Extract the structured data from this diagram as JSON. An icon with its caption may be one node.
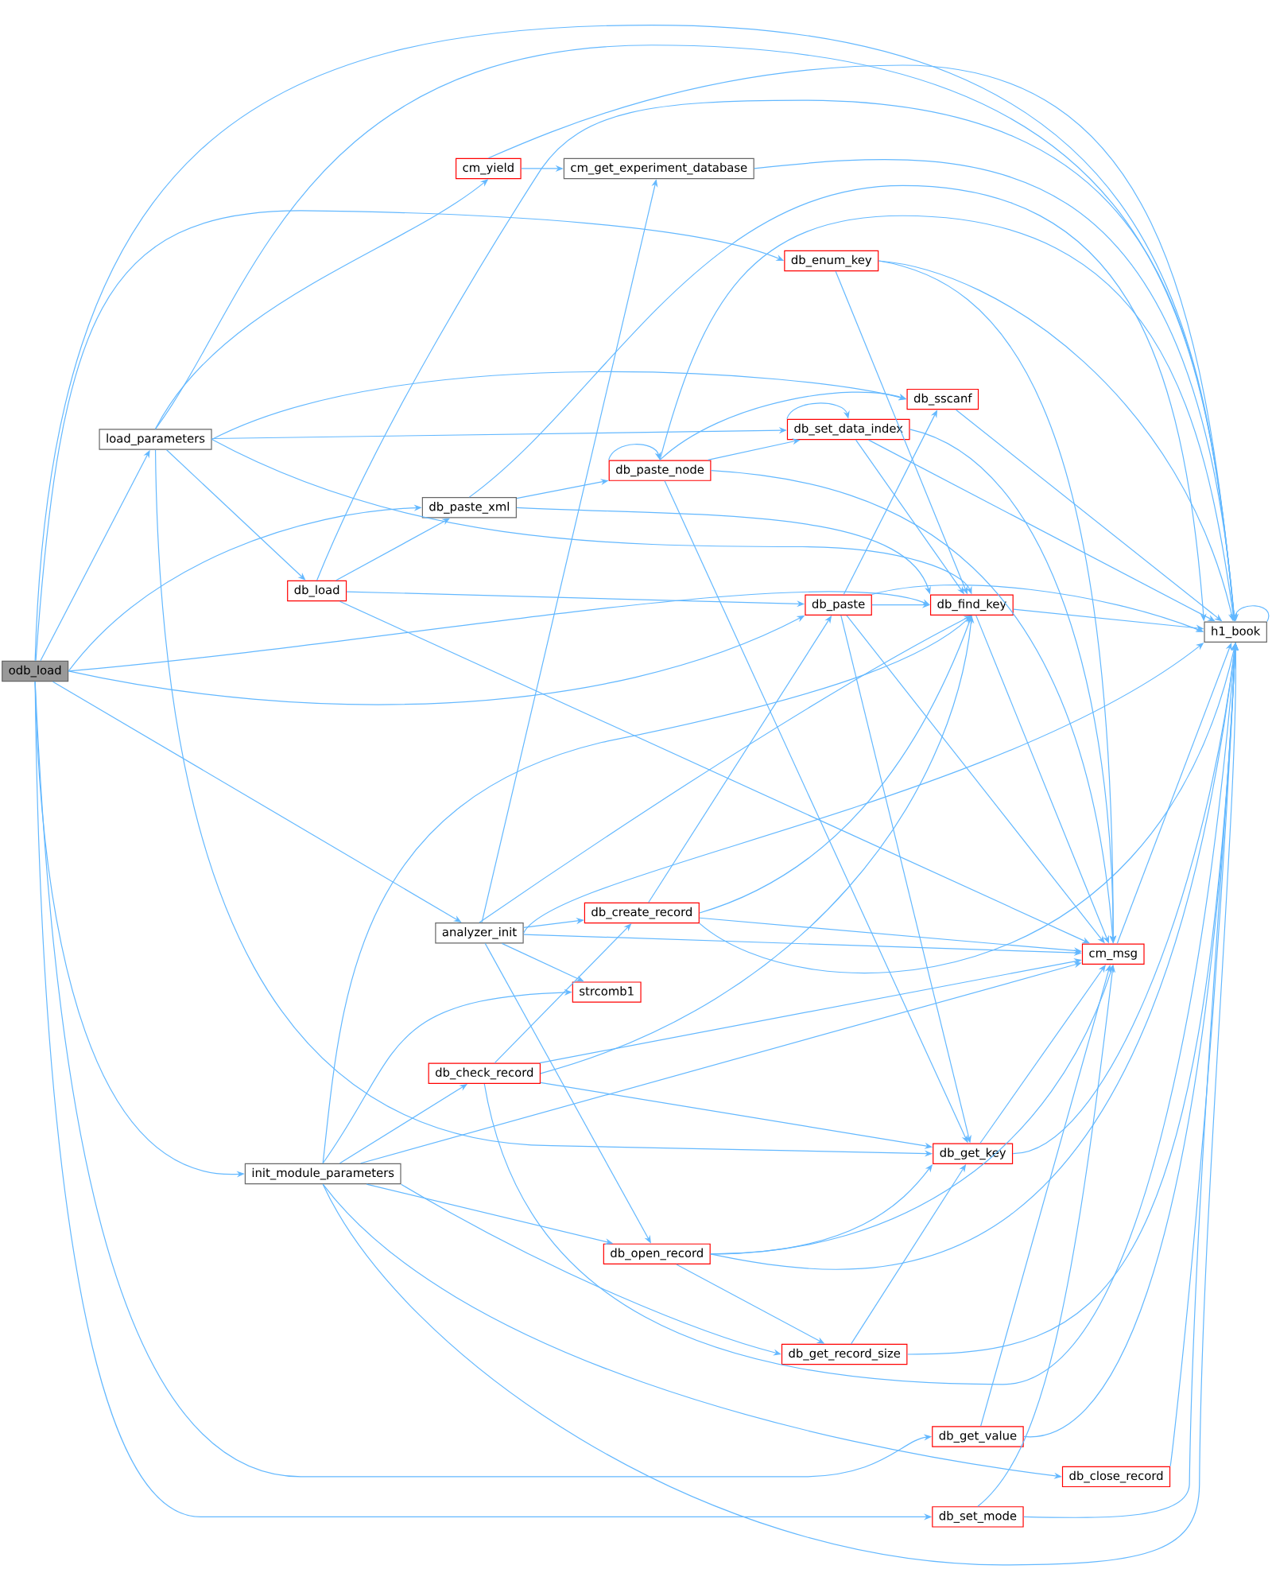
{
  "diagram": {
    "nodes": [
      {
        "text": [
          "odb_load"
        ]
      },
      {
        "text": [
          "load_parameters"
        ]
      },
      {
        "text": [
          "cm_yield"
        ]
      },
      {
        "text": [
          "cm_get_experiment_database"
        ]
      },
      {
        "text": [
          "db_enum_key"
        ]
      },
      {
        "text": [
          "db_sscanf"
        ]
      },
      {
        "text": [
          "db_set_data_index"
        ]
      },
      {
        "text": [
          "db_paste_node"
        ]
      },
      {
        "text": [
          "db_paste_xml"
        ]
      },
      {
        "text": [
          "db_load"
        ]
      },
      {
        "text": [
          "db_paste"
        ]
      },
      {
        "text": [
          "db_find_key"
        ]
      },
      {
        "text": [
          "h1_book"
        ]
      },
      {
        "text": [
          "analyzer_init"
        ]
      },
      {
        "text": [
          "db_create_record"
        ]
      },
      {
        "text": [
          "cm_msg"
        ]
      },
      {
        "text": [
          "strcomb1"
        ]
      },
      {
        "text": [
          "db_check_record"
        ]
      },
      {
        "text": [
          "init_module_parameters"
        ]
      },
      {
        "text": [
          "db_get_key"
        ]
      },
      {
        "text": [
          "db_open_record"
        ]
      },
      {
        "text": [
          "db_get_record_size"
        ]
      },
      {
        "text": [
          "db_get_value"
        ]
      },
      {
        "text": [
          "db_close_record"
        ]
      },
      {
        "text": [
          "db_set_mode"
        ]
      }
    ],
    "edges": [
      {
        "from": 0,
        "to": 12,
        "arrow": "to"
      },
      {
        "from": 0,
        "to": 1,
        "arrow": "to"
      },
      {
        "from": 0,
        "to": 4,
        "arrow": "to"
      },
      {
        "from": 0,
        "to": 8,
        "arrow": "to"
      },
      {
        "from": 0,
        "to": 11,
        "arrow": "to"
      },
      {
        "from": 0,
        "to": 10,
        "arrow": "to"
      },
      {
        "from": 0,
        "to": 13,
        "arrow": "to"
      },
      {
        "from": 0,
        "to": 18,
        "arrow": "to"
      },
      {
        "from": 0,
        "to": 22,
        "arrow": "to"
      },
      {
        "from": 0,
        "to": 24,
        "arrow": "to"
      },
      {
        "from": 1,
        "to": 12,
        "arrow": "to"
      },
      {
        "from": 1,
        "to": 2,
        "arrow": "to"
      },
      {
        "from": 1,
        "to": 5,
        "arrow": "to"
      },
      {
        "from": 1,
        "to": 6,
        "arrow": "to"
      },
      {
        "from": 1,
        "to": 11,
        "arrow": "to"
      },
      {
        "from": 1,
        "to": 9,
        "arrow": "to"
      },
      {
        "from": 1,
        "to": 19,
        "arrow": "to"
      },
      {
        "from": 2,
        "to": 12,
        "arrow": "to"
      },
      {
        "from": 2,
        "to": 3,
        "arrow": "to"
      },
      {
        "from": 3,
        "to": 12,
        "arrow": "to"
      },
      {
        "from": 9,
        "to": 12,
        "arrow": "to"
      },
      {
        "from": 9,
        "to": 8,
        "arrow": "to"
      },
      {
        "from": 9,
        "to": 10,
        "arrow": "to"
      },
      {
        "from": 9,
        "to": 15,
        "arrow": "to"
      },
      {
        "from": 8,
        "to": 12,
        "arrow": "to"
      },
      {
        "from": 8,
        "to": 7,
        "arrow": "to"
      },
      {
        "from": 8,
        "to": 11,
        "arrow": "to"
      },
      {
        "from": 7,
        "to": 7,
        "arrow": "to"
      },
      {
        "from": 7,
        "to": 5,
        "arrow": "to"
      },
      {
        "from": 7,
        "to": 6,
        "arrow": "to"
      },
      {
        "from": 7,
        "to": 12,
        "arrow": "to"
      },
      {
        "from": 7,
        "to": 15,
        "arrow": "to"
      },
      {
        "from": 7,
        "to": 19,
        "arrow": "to"
      },
      {
        "from": 4,
        "to": 12,
        "arrow": "to"
      },
      {
        "from": 4,
        "to": 11,
        "arrow": "to"
      },
      {
        "from": 4,
        "to": 15,
        "arrow": "to"
      },
      {
        "from": 5,
        "to": 12,
        "arrow": "to"
      },
      {
        "from": 6,
        "to": 6,
        "arrow": "to"
      },
      {
        "from": 6,
        "to": 11,
        "arrow": "to"
      },
      {
        "from": 6,
        "to": 15,
        "arrow": "to"
      },
      {
        "from": 6,
        "to": 12,
        "arrow": "to"
      },
      {
        "from": 10,
        "to": 12,
        "arrow": "to"
      },
      {
        "from": 10,
        "to": 11,
        "arrow": "to"
      },
      {
        "from": 10,
        "to": 5,
        "arrow": "to"
      },
      {
        "from": 10,
        "to": 19,
        "arrow": "to"
      },
      {
        "from": 10,
        "to": 15,
        "arrow": "to"
      },
      {
        "from": 11,
        "to": 12,
        "arrow": "to"
      },
      {
        "from": 11,
        "to": 15,
        "arrow": "to"
      },
      {
        "from": 12,
        "to": 12,
        "arrow": "to"
      },
      {
        "from": 13,
        "to": 3,
        "arrow": "to"
      },
      {
        "from": 13,
        "to": 11,
        "arrow": "to"
      },
      {
        "from": 13,
        "to": 12,
        "arrow": "to"
      },
      {
        "from": 13,
        "to": 14,
        "arrow": "to"
      },
      {
        "from": 13,
        "to": 15,
        "arrow": "to"
      },
      {
        "from": 13,
        "to": 16,
        "arrow": "to"
      },
      {
        "from": 13,
        "to": 20,
        "arrow": "to"
      },
      {
        "from": 14,
        "to": 10,
        "arrow": "to"
      },
      {
        "from": 14,
        "to": 11,
        "arrow": "to"
      },
      {
        "from": 14,
        "to": 15,
        "arrow": "to"
      },
      {
        "from": 14,
        "to": 12,
        "arrow": "to"
      },
      {
        "from": 15,
        "to": 12,
        "arrow": "to"
      },
      {
        "from": 17,
        "to": 14,
        "arrow": "to"
      },
      {
        "from": 17,
        "to": 11,
        "arrow": "to"
      },
      {
        "from": 17,
        "to": 15,
        "arrow": "to"
      },
      {
        "from": 17,
        "to": 19,
        "arrow": "to"
      },
      {
        "from": 17,
        "to": 12,
        "arrow": "to"
      },
      {
        "from": 18,
        "to": 11,
        "arrow": "to"
      },
      {
        "from": 18,
        "to": 16,
        "arrow": "to"
      },
      {
        "from": 18,
        "to": 17,
        "arrow": "to"
      },
      {
        "from": 18,
        "to": 15,
        "arrow": "to"
      },
      {
        "from": 18,
        "to": 20,
        "arrow": "to"
      },
      {
        "from": 18,
        "to": 21,
        "arrow": "to"
      },
      {
        "from": 18,
        "to": 23,
        "arrow": "to"
      },
      {
        "from": 18,
        "to": 12,
        "arrow": "to"
      },
      {
        "from": 19,
        "to": 15,
        "arrow": "to"
      },
      {
        "from": 19,
        "to": 12,
        "arrow": "to"
      },
      {
        "from": 20,
        "to": 19,
        "arrow": "to"
      },
      {
        "from": 20,
        "to": 15,
        "arrow": "to"
      },
      {
        "from": 20,
        "to": 12,
        "arrow": "to"
      },
      {
        "from": 20,
        "to": 21,
        "arrow": "to"
      },
      {
        "from": 21,
        "to": 19,
        "arrow": "to"
      },
      {
        "from": 21,
        "to": 12,
        "arrow": "to"
      },
      {
        "from": 22,
        "to": 15,
        "arrow": "to"
      },
      {
        "from": 22,
        "to": 12,
        "arrow": "to"
      },
      {
        "from": 23,
        "to": 12,
        "arrow": "to"
      },
      {
        "from": 24,
        "to": 15,
        "arrow": "to"
      },
      {
        "from": 24,
        "to": 12,
        "arrow": "to"
      }
    ]
  }
}
